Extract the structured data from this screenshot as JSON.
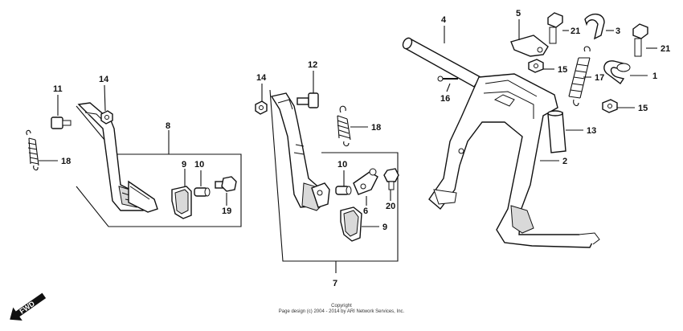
{
  "callouts": {
    "c1": "1",
    "c2": "2",
    "c3": "3",
    "c4": "4",
    "c5": "5",
    "c6": "6",
    "c7": "7",
    "c8": "8",
    "c9a": "9",
    "c9b": "9",
    "c10a": "10",
    "c10b": "10",
    "c11": "11",
    "c12": "12",
    "c13": "13",
    "c14a": "14",
    "c14b": "14",
    "c15a": "15",
    "c15b": "15",
    "c16": "16",
    "c17": "17",
    "c18a": "18",
    "c18b": "18",
    "c19": "19",
    "c20": "20",
    "c21a": "21",
    "c21b": "21"
  },
  "fwd_label": "FWD",
  "footer": {
    "line1": "Copyright",
    "line2": "Page design (c) 2004 - 2014 by ARI Network Services, Inc."
  }
}
